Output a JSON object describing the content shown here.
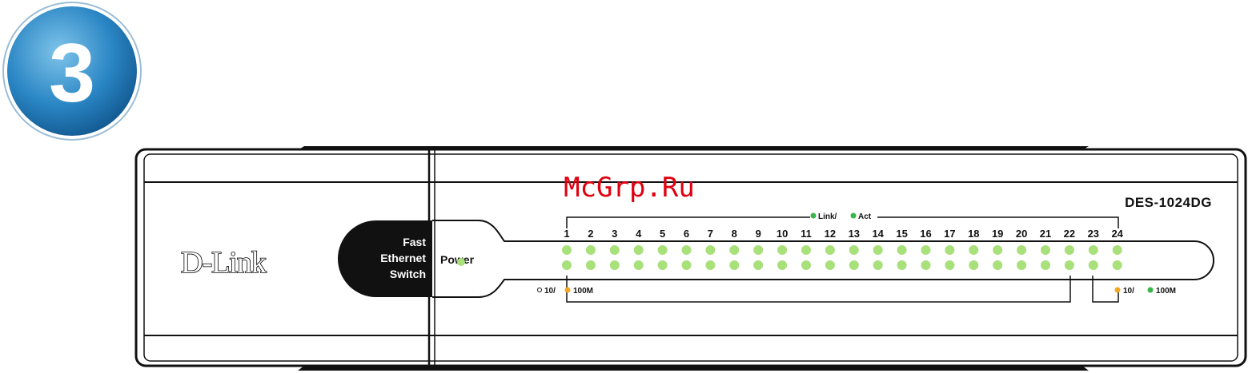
{
  "step": {
    "number": "3"
  },
  "device": {
    "brand": "D-Link",
    "model": "DES-1024DG",
    "product_lines": [
      "Fast",
      "Ethernet",
      "Switch"
    ],
    "power_label": "Power",
    "led_legend_top": [
      "Link/",
      "Act"
    ],
    "legend_left": [
      "10/",
      "100M"
    ],
    "legend_right": [
      "10/",
      "100M"
    ],
    "port_count": 24,
    "port_numbers": [
      "1",
      "2",
      "3",
      "4",
      "5",
      "6",
      "7",
      "8",
      "9",
      "10",
      "11",
      "12",
      "13",
      "14",
      "15",
      "16",
      "17",
      "18",
      "19",
      "20",
      "21",
      "22",
      "23",
      "24"
    ]
  },
  "watermark": "McGrp.Ru",
  "colors": {
    "step_badge": "#1f6ea8",
    "led_green": "#a8e07a",
    "legend_orange": "#f5a623",
    "legend_green": "#39b54a",
    "watermark": "#e0000f"
  }
}
